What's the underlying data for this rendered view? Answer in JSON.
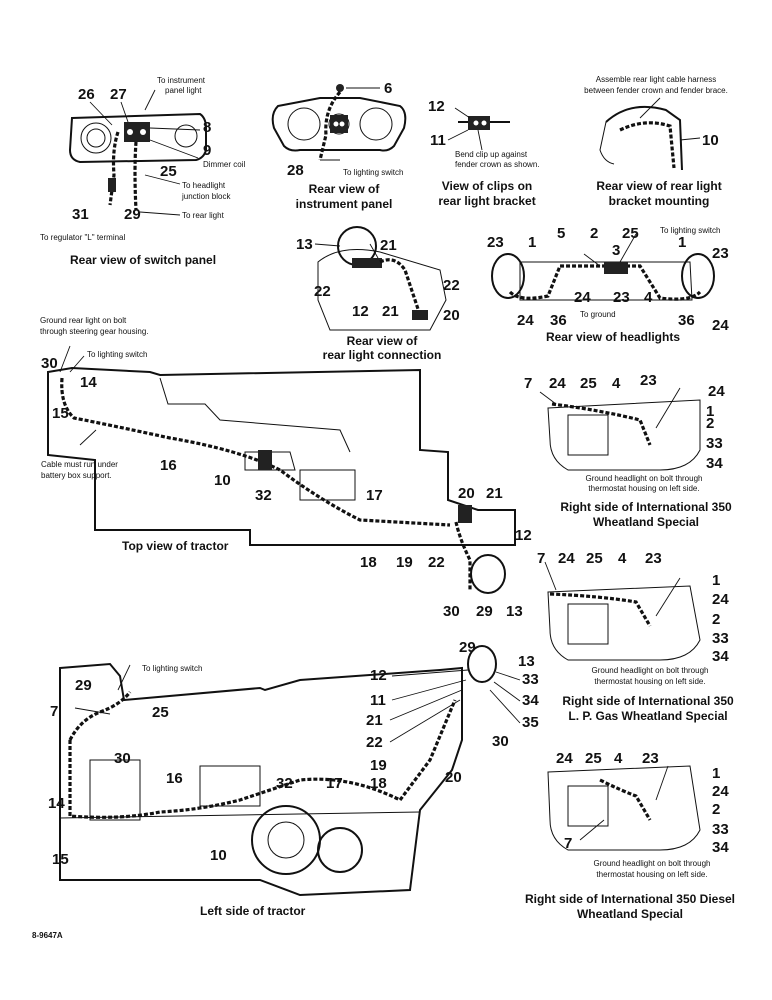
{
  "figure_id": "8-9647A",
  "panels": {
    "switch_panel": {
      "caption": "Rear view of switch panel",
      "notes": [
        "To instrument",
        "panel light",
        "Dimmer coil",
        "To headlight",
        "junction block",
        "To rear light",
        "To regulator \"L\" terminal"
      ],
      "callouts": [
        "26",
        "27",
        "8",
        "9",
        "25",
        "31",
        "29"
      ]
    },
    "instrument_panel": {
      "caption": [
        "Rear view of",
        "instrument panel"
      ],
      "notes": [
        "To lighting switch"
      ],
      "callouts": [
        "6",
        "28"
      ]
    },
    "clips": {
      "caption": [
        "View of clips on",
        "rear light bracket"
      ],
      "notes": [
        "Bend clip up against",
        "fender crown as shown."
      ],
      "callouts": [
        "12",
        "11"
      ]
    },
    "bracket_mounting": {
      "caption": [
        "Rear view of rear light",
        "bracket mounting"
      ],
      "notes": [
        "Assemble rear light cable harness",
        "between fender crown and fender brace."
      ],
      "callouts": [
        "10"
      ]
    },
    "rear_light_connection": {
      "caption": [
        "Rear view of",
        "rear light connection"
      ],
      "callouts": [
        "13",
        "21",
        "22",
        "12",
        "21",
        "22",
        "20"
      ]
    },
    "headlights": {
      "caption": "Rear view of headlights",
      "notes": [
        "To lighting switch",
        "To ground"
      ],
      "callouts": [
        "23",
        "1",
        "5",
        "2",
        "25",
        "3",
        "1",
        "23",
        "24",
        "23",
        "4",
        "24",
        "36",
        "36",
        "24"
      ]
    },
    "top_view": {
      "caption": "Top view of tractor",
      "notes": [
        "Ground rear light on bolt",
        "through steering gear housing.",
        "To lighting switch",
        "Cable must run under",
        "battery box support."
      ],
      "callouts": [
        "30",
        "14",
        "15",
        "16",
        "10",
        "32",
        "17",
        "20",
        "21",
        "12",
        "18",
        "19",
        "22",
        "30",
        "29",
        "13"
      ]
    },
    "right_side_wheatland": {
      "caption": [
        "Right side of International 350",
        "Wheatland Special"
      ],
      "notes": [
        "Ground headlight on bolt through",
        "thermostat housing on left side."
      ],
      "callouts": [
        "7",
        "24",
        "25",
        "4",
        "23",
        "24",
        "1",
        "2",
        "33",
        "34"
      ]
    },
    "right_side_lp_gas": {
      "caption": [
        "Right side of International 350",
        "L. P. Gas Wheatland Special"
      ],
      "notes": [
        "Ground headlight on bolt through",
        "thermostat housing on left side."
      ],
      "callouts": [
        "7",
        "24",
        "25",
        "4",
        "23",
        "1",
        "24",
        "2",
        "33",
        "34"
      ]
    },
    "left_side": {
      "caption": "Left side of tractor",
      "notes": [
        "To lighting switch"
      ],
      "callouts": [
        "29",
        "25",
        "7",
        "30",
        "14",
        "15",
        "16",
        "32",
        "17",
        "18",
        "19",
        "10",
        "12",
        "11",
        "21",
        "22",
        "20",
        "30",
        "35",
        "34",
        "33",
        "13",
        "29"
      ]
    },
    "right_side_diesel": {
      "caption": [
        "Right side of International 350 Diesel",
        "Wheatland Special"
      ],
      "notes": [
        "Ground headlight on bolt through",
        "thermostat housing on left side."
      ],
      "callouts": [
        "24",
        "25",
        "4",
        "23",
        "1",
        "24",
        "2",
        "33",
        "34",
        "7"
      ]
    }
  }
}
